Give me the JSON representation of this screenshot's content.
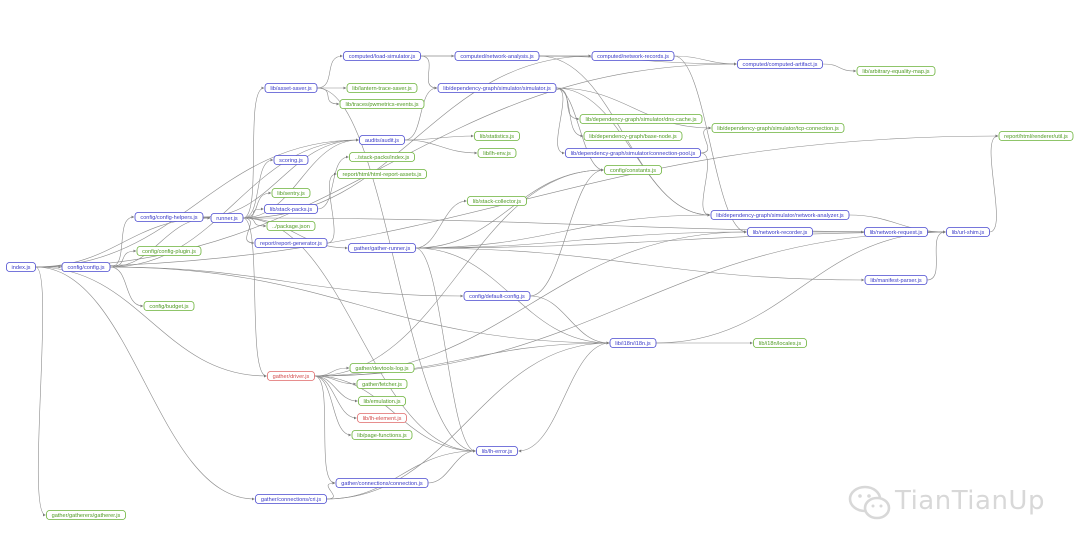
{
  "graph": {
    "nodes": [
      {
        "id": "index",
        "label": "index.js",
        "color": "blue"
      },
      {
        "id": "config",
        "label": "config/config.js",
        "color": "blue"
      },
      {
        "id": "gatherer",
        "label": "gather/gatherers/gatherer.js",
        "color": "green"
      },
      {
        "id": "confighelpers",
        "label": "config/config-helpers.js",
        "color": "blue"
      },
      {
        "id": "configplugin",
        "label": "config/config-plugin.js",
        "color": "green"
      },
      {
        "id": "budget",
        "label": "config/budget.js",
        "color": "green"
      },
      {
        "id": "runner",
        "label": "runner.js",
        "color": "blue"
      },
      {
        "id": "assetsaver",
        "label": "lib/asset-saver.js",
        "color": "blue"
      },
      {
        "id": "scoring",
        "label": "scoring.js",
        "color": "blue"
      },
      {
        "id": "sentry",
        "label": "lib/sentry.js",
        "color": "green"
      },
      {
        "id": "stackpacks",
        "label": "lib/stack-packs.js",
        "color": "blue"
      },
      {
        "id": "packagejson",
        "label": "../package.json",
        "color": "green"
      },
      {
        "id": "reportgen",
        "label": "report/report-generator.js",
        "color": "blue"
      },
      {
        "id": "loadsim",
        "label": "computed/load-simulator.js",
        "color": "blue"
      },
      {
        "id": "lanternsaver",
        "label": "lib/lantern-trace-saver.js",
        "color": "green"
      },
      {
        "id": "pwmetrics",
        "label": "lib/traces/pwmetrics-events.js",
        "color": "green"
      },
      {
        "id": "auditjs",
        "label": "audits/audit.js",
        "color": "blue"
      },
      {
        "id": "stackpacksindex",
        "label": "../stack-packs/index.js",
        "color": "green"
      },
      {
        "id": "htmlassets",
        "label": "report/html/html-report-assets.js",
        "color": "green"
      },
      {
        "id": "netanalysis",
        "label": "computed/network-analysis.js",
        "color": "blue"
      },
      {
        "id": "simulator",
        "label": "lib/dependency-graph/simulator/simulator.js",
        "color": "blue"
      },
      {
        "id": "netrecords",
        "label": "computed/network-records.js",
        "color": "blue"
      },
      {
        "id": "computedartifact",
        "label": "computed/computed-artifact.js",
        "color": "blue"
      },
      {
        "id": "arbmap",
        "label": "lib/arbitrary-equality-map.js",
        "color": "green"
      },
      {
        "id": "dnscache",
        "label": "lib/dependency-graph/simulator/dns-cache.js",
        "color": "green"
      },
      {
        "id": "basenode",
        "label": "lib/dependency-graph/base-node.js",
        "color": "green"
      },
      {
        "id": "tcpconn",
        "label": "lib/dependency-graph/simulator/tcp-connection.js",
        "color": "green"
      },
      {
        "id": "connpool",
        "label": "lib/dependency-graph/simulator/connection-pool.js",
        "color": "blue"
      },
      {
        "id": "statistics",
        "label": "lib/statistics.js",
        "color": "green"
      },
      {
        "id": "lhenv",
        "label": "lib/lh-env.js",
        "color": "green"
      },
      {
        "id": "constants",
        "label": "config/constants.js",
        "color": "green"
      },
      {
        "id": "renderutil",
        "label": "report/html/renderer/util.js",
        "color": "green"
      },
      {
        "id": "stackcollector",
        "label": "lib/stack-collector.js",
        "color": "green"
      },
      {
        "id": "netanalyzer",
        "label": "lib/dependency-graph/simulator/network-analyzer.js",
        "color": "blue"
      },
      {
        "id": "gatherrunner",
        "label": "gather/gather-runner.js",
        "color": "blue"
      },
      {
        "id": "netrecorder",
        "label": "lib/network-recorder.js",
        "color": "blue"
      },
      {
        "id": "netrequest",
        "label": "lib/network-request.js",
        "color": "blue"
      },
      {
        "id": "urlshim",
        "label": "lib/url-shim.js",
        "color": "blue"
      },
      {
        "id": "manifestparser",
        "label": "lib/manifest-parser.js",
        "color": "blue"
      },
      {
        "id": "defaultconfig",
        "label": "config/default-config.js",
        "color": "blue"
      },
      {
        "id": "i18n",
        "label": "lib/i18n/i18n.js",
        "color": "blue"
      },
      {
        "id": "locales",
        "label": "lib/i18n/locales.js",
        "color": "green"
      },
      {
        "id": "driver",
        "label": "gather/driver.js",
        "color": "red"
      },
      {
        "id": "devtoolslog",
        "label": "gather/devtools-log.js",
        "color": "green"
      },
      {
        "id": "fetcher",
        "label": "gather/fetcher.js",
        "color": "green"
      },
      {
        "id": "emulation",
        "label": "lib/emulation.js",
        "color": "green"
      },
      {
        "id": "lhelement",
        "label": "lib/lh-element.js",
        "color": "red"
      },
      {
        "id": "pagefunctions",
        "label": "lib/page-functions.js",
        "color": "green"
      },
      {
        "id": "lherror",
        "label": "lib/lh-error.js",
        "color": "blue"
      },
      {
        "id": "connection",
        "label": "gather/connections/connection.js",
        "color": "blue"
      },
      {
        "id": "cri",
        "label": "gather/connections/cri.js",
        "color": "blue"
      }
    ]
  },
  "watermark": {
    "text": "TianTianUp",
    "icon": "wechat-icon"
  }
}
